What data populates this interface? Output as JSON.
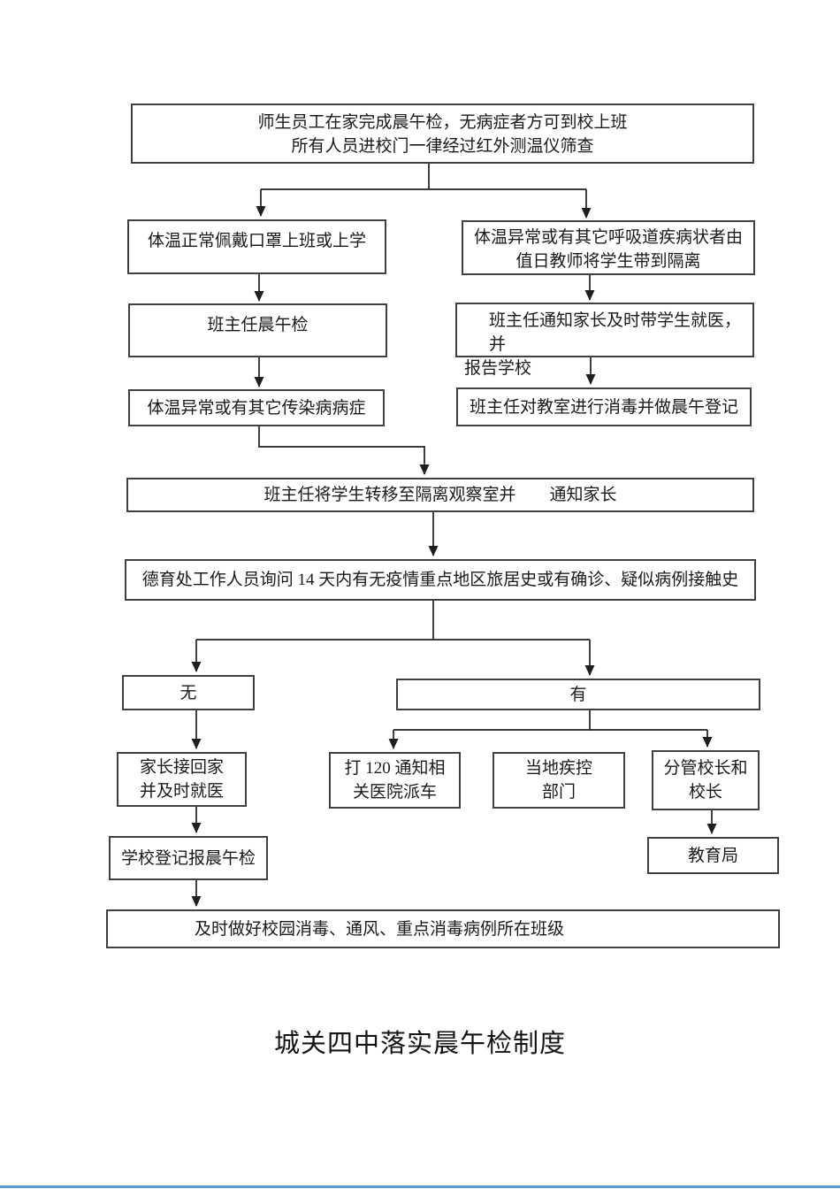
{
  "title": "城关四中落实晨午检制度",
  "nodes": {
    "start": [
      "师生员工在家完成晨午检，无病症者方可到校上班",
      "所有人员进校门一律经过红外测温仪筛查"
    ],
    "normal_temp": [
      "体温正常佩戴口罩上班或上学"
    ],
    "abnormal_temp": [
      "体温异常或有其它呼吸道疾病状者由",
      "值日教师将学生带到隔离"
    ],
    "teacher_check": [
      "班主任晨午检"
    ],
    "notify_parents": [
      "班主任通知家长及时带学生就医，并",
      "报告学校"
    ],
    "infectious": [
      "体温异常或有其它传染病病症"
    ],
    "disinfect_classroom": [
      "班主任对教室进行消毒并做晨午登记"
    ],
    "transfer": [
      "班主任将学生转移至隔离观察室并　　通知家长"
    ],
    "inquiry": [
      "德育处工作人员询问 14 天内有无疫情重点地区旅居史或有确诊、疑似病例接触史"
    ],
    "branch_no": [
      "无"
    ],
    "branch_yes": [
      "有"
    ],
    "parents_pickup": [
      "家长接回家",
      "并及时就医"
    ],
    "call_120": [
      "打 120 通知相",
      "关医院派车"
    ],
    "cdc": [
      "当地疾控",
      "部门"
    ],
    "principal": [
      "分管校长和",
      "校长"
    ],
    "school_register": [
      "学校登记报晨午检"
    ],
    "education_bureau": [
      "教育局"
    ],
    "final": [
      "及时做好校园消毒、通风、重点消毒病例所在班级"
    ]
  },
  "colors": {
    "box_border": "#3f3f3f",
    "arrow": "#1f1f1f",
    "bottom_rule": "#5b9bd5"
  }
}
